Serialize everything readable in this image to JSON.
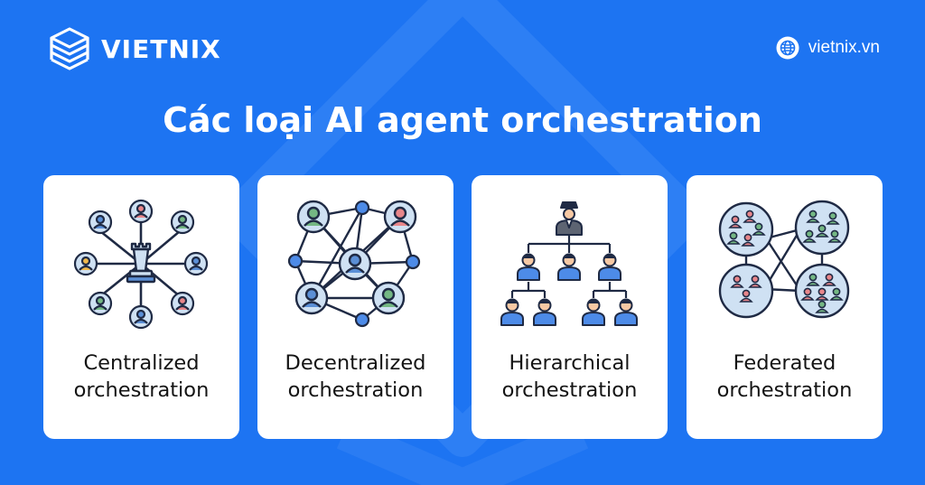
{
  "brand": {
    "name": "VIETNIX",
    "logo_icon": "stacked-layers-icon"
  },
  "site": {
    "url": "vietnix.vn",
    "icon": "globe-icon"
  },
  "title": "Các loại AI agent orchestration",
  "colors": {
    "background": "#1d74f2",
    "card": "#ffffff",
    "line": "#1f2a44",
    "node_blue": "#4d8be8",
    "person_blue": "#5b8fd6",
    "person_green": "#74b783",
    "person_pink": "#e8868a",
    "person_yellow": "#f0b94c",
    "node_fill": "#cfe1f3"
  },
  "cards": [
    {
      "id": "centralized",
      "label_lines": [
        "Centralized",
        "orchestration"
      ],
      "icon": "central-chess-tower-hub-icon"
    },
    {
      "id": "decentralized",
      "label_lines": [
        "Decentralized",
        "orchestration"
      ],
      "icon": "mesh-network-icon"
    },
    {
      "id": "hierarchical",
      "label_lines": [
        "Hierarchical",
        "orchestration"
      ],
      "icon": "org-chart-tree-icon"
    },
    {
      "id": "federated",
      "label_lines": [
        "Federated",
        "orchestration"
      ],
      "icon": "federated-groups-icon"
    }
  ]
}
